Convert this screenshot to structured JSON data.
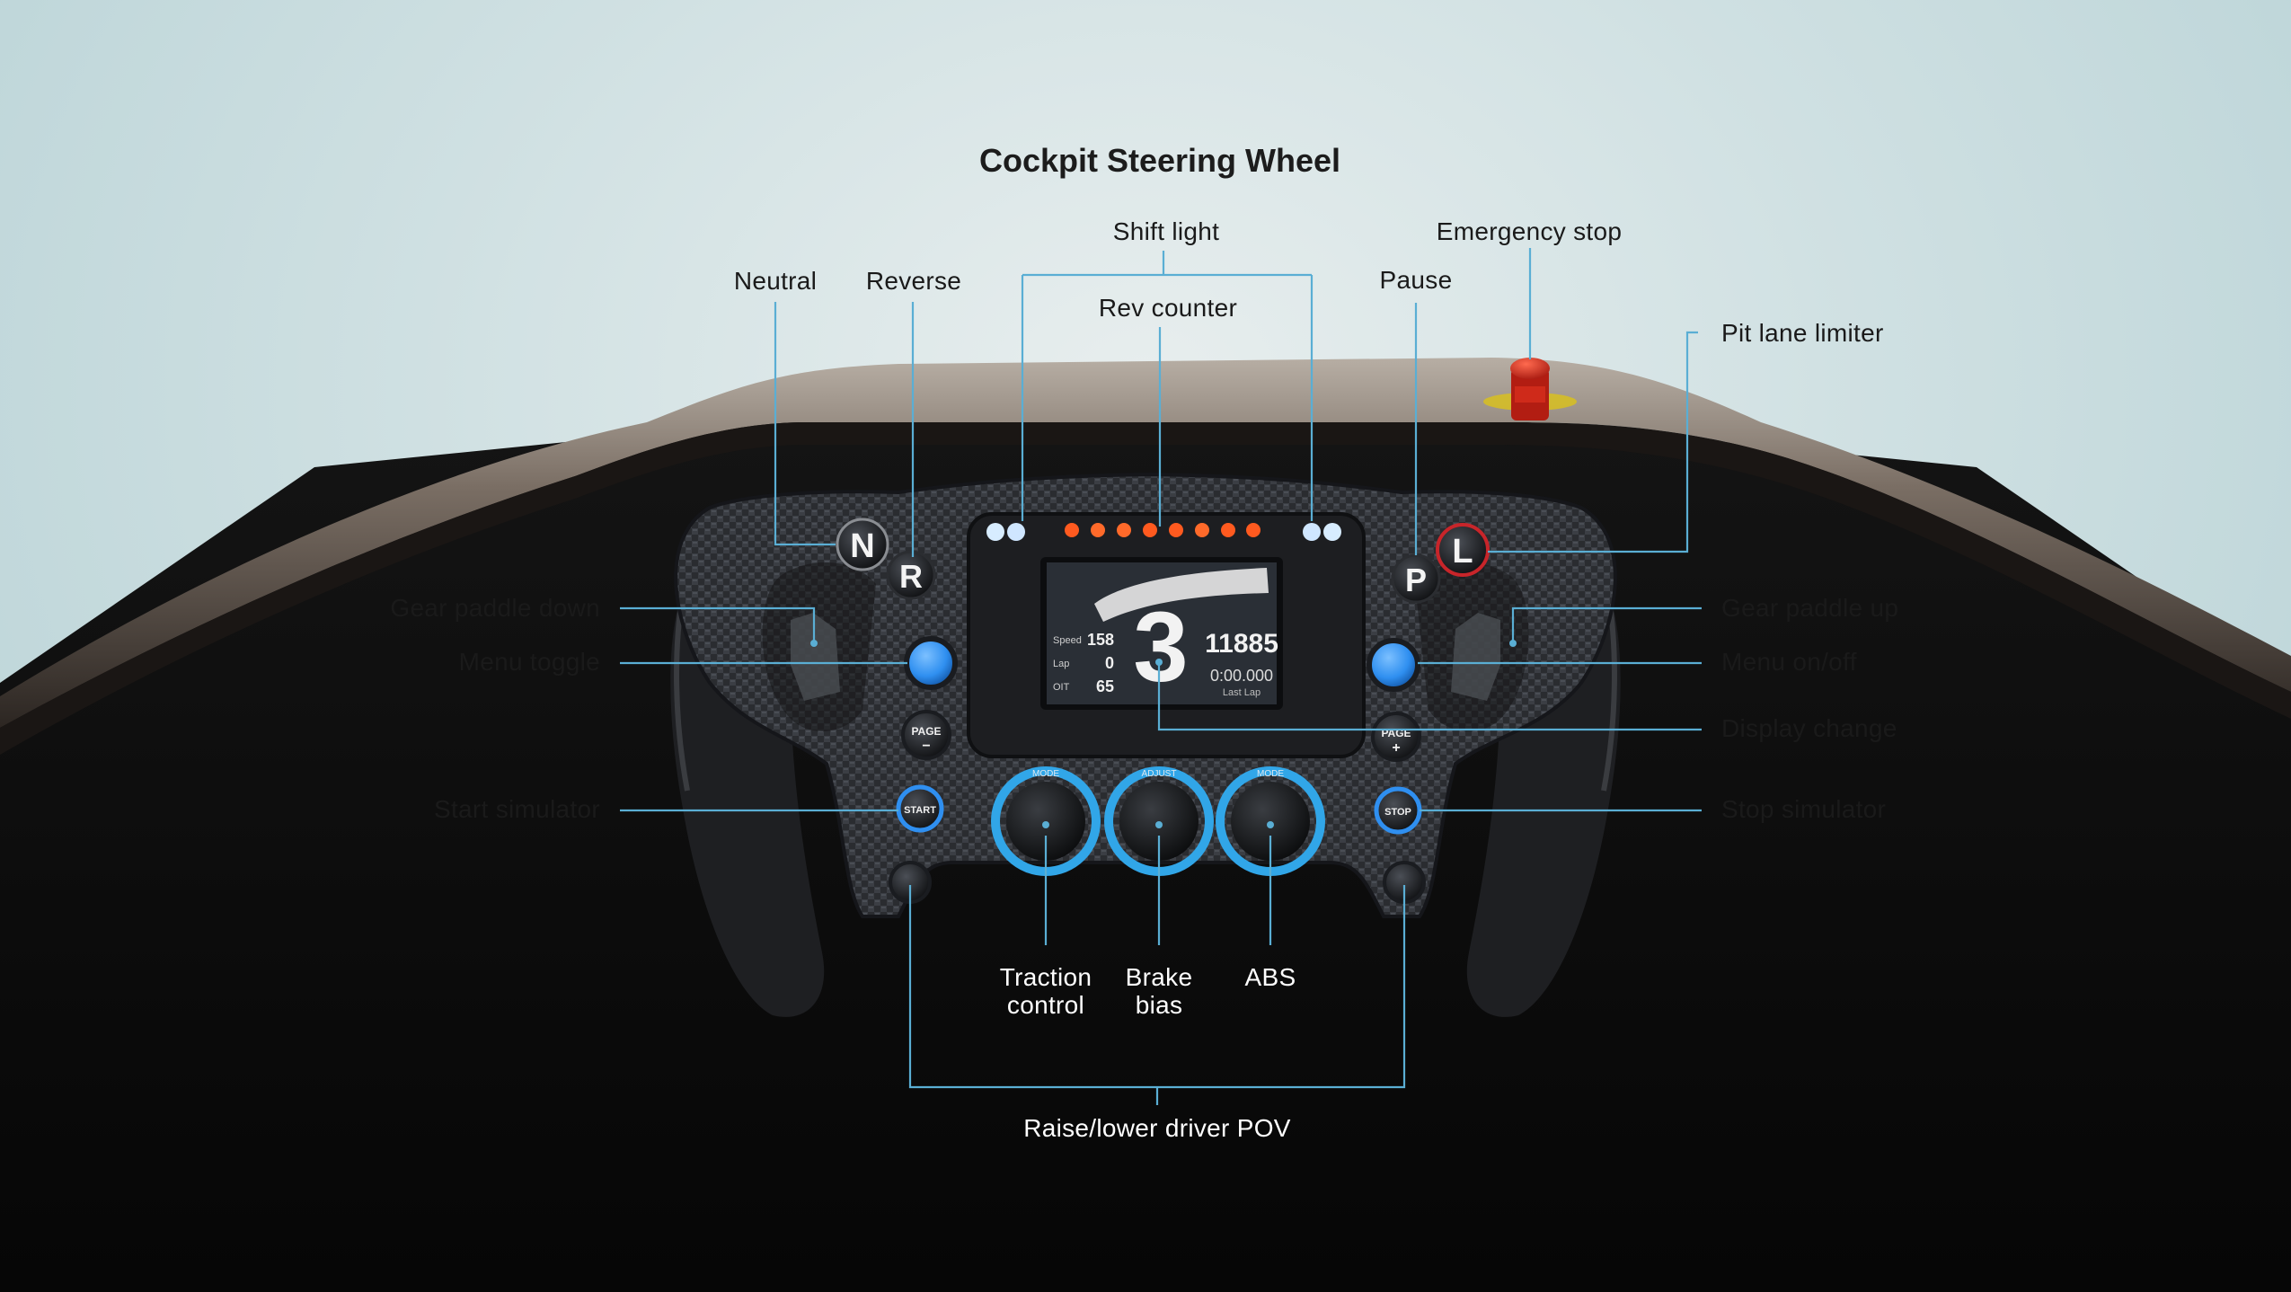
{
  "title": "Cockpit Steering Wheel",
  "labels": {
    "shift_light": "Shift light",
    "emergency_stop": "Emergency stop",
    "neutral": "Neutral",
    "reverse": "Reverse",
    "rev_counter": "Rev counter",
    "pause": "Pause",
    "pit_lane_limiter": "Pit lane limiter",
    "gear_paddle_down": "Gear paddle down",
    "gear_paddle_up": "Gear paddle up",
    "menu_toggle": "Menu toggle",
    "menu_on_off": "Menu on/off",
    "display_change": "Display change",
    "start_simulator": "Start simulator",
    "stop_simulator": "Stop simulator",
    "traction_control": [
      "Traction",
      "control"
    ],
    "brake_bias": [
      "Brake",
      "bias"
    ],
    "abs": "ABS",
    "raise_lower_pov": "Raise/lower driver POV"
  },
  "wheel": {
    "buttons": {
      "neutral": "N",
      "reverse": "R",
      "pause": "P",
      "pit": "L",
      "page_minus": [
        "PAGE",
        "−"
      ],
      "page_plus": [
        "PAGE",
        "+"
      ],
      "start": "START",
      "stop": "STOP"
    },
    "knob_labels": [
      "MODE",
      "ADJUST",
      "MODE"
    ],
    "display": {
      "gear": "3",
      "rpm": "11885",
      "lap_time": "0:00.000",
      "last_lap_label": "Last Lap",
      "rows": [
        {
          "label": "Speed",
          "value": "158"
        },
        {
          "label": "Lap",
          "value": "0"
        },
        {
          "label": "OIT",
          "value": "65"
        }
      ]
    }
  },
  "colors": {
    "callout_line": "#5aaed4",
    "button_blue": "#2f8ff0",
    "ring_blue": "#31a6e8",
    "shift_led": "#ff5a1f",
    "estop_red": "#d8281c"
  }
}
